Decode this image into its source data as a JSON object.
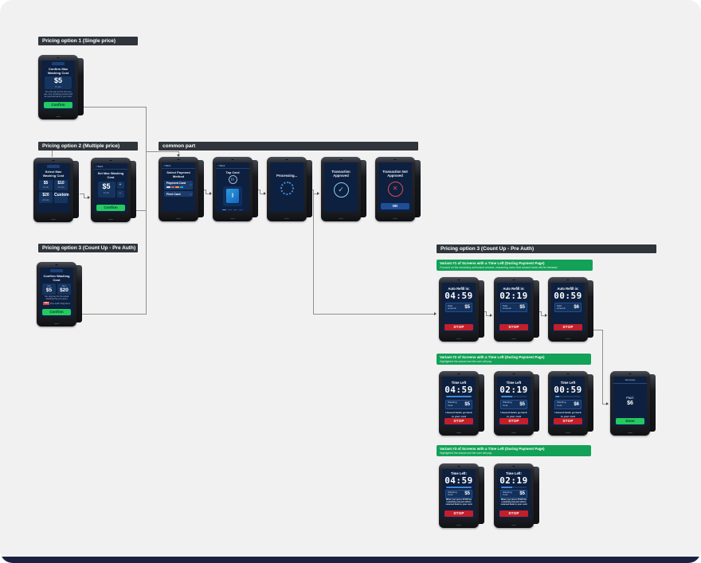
{
  "sections": [
    {
      "label": "Pricing option 1 (Single price)"
    },
    {
      "label": "Pricing option 2 (Multiple price)"
    },
    {
      "label": "common part"
    },
    {
      "label": "Pricing option 3 (Count Up - Pre Auth)"
    },
    {
      "label": "Pricing option 3 (Count Up - Pre Auth)"
    }
  ],
  "banners": {
    "v1": {
      "title": "Variant #1 of Screens with a Time Left (During Payment Page)",
      "subtitle": "Focused on the remaining authorized amount, reassuring users that unused funds will be released."
    },
    "v2": {
      "title": "Variant #2 of Screens with a Time Left (During Payment Page)",
      "subtitle": "Highlighted the actual cost the user will pay."
    },
    "v3": {
      "title": "Variant #3 of Screens with a Time Left (During Payment Page)",
      "subtitle": "Highlighted the actual cost the user will pay."
    }
  },
  "terminals": {
    "opt1": {
      "title": "Confirm Max Washing Cost",
      "amount": "$5",
      "amount_sub": "5 min",
      "note": "You only pay for the time you use. Any remaining amount will be returned back to your card.",
      "confirm": "Confirm"
    },
    "opt2a": {
      "title": "Select Max Washing Cost",
      "options": [
        {
          "price": "$5",
          "sub": "5 min"
        },
        {
          "price": "$10",
          "sub": "10 min"
        },
        {
          "price": "$20",
          "sub": "20 min"
        },
        {
          "price": "Custom",
          "sub": ""
        }
      ]
    },
    "opt2b": {
      "back": "< Back",
      "title": "Set Max Washing Cost",
      "amount": "$5",
      "amount_sub": "5 min",
      "plus": "+",
      "minus": "−",
      "confirm": "Confirm"
    },
    "cp1": {
      "back": "< Back",
      "title": "Select Payment Method",
      "option1": "Payment Card",
      "option2": "Fleet Card",
      "chevron": "›"
    },
    "cp2": {
      "back": "< Back",
      "title": "Tap Card",
      "nfc": ")))",
      "card_glyph": "⟫"
    },
    "cp3": {
      "title": "Processing..."
    },
    "cp4": {
      "title": "Transaction Approved",
      "check": "✓"
    },
    "cp5": {
      "title": "Transaction Not Approved",
      "cross": "✕",
      "ok": "OK"
    },
    "opt3": {
      "title": "Confirm Washing Cost",
      "min_label": "Min",
      "min_amount": "$5",
      "max_label": "Max",
      "max_amount": "$20",
      "note": "You only pay for the actual washing time you spent",
      "visa": "VISA",
      "preauth_note": "Pre-Auth Payment",
      "confirm": "Confirm"
    },
    "r1a": {
      "title": "Auto Refill in:",
      "time": "04:59",
      "row_label": "Paid Amount:",
      "amount": "$5",
      "stop": "STOP"
    },
    "r1b": {
      "title": "Auto Refill in:",
      "time": "02:19",
      "row_label": "Paid Amount:",
      "amount": "$5",
      "stop": "STOP"
    },
    "r1c": {
      "title": "Auto Refill in:",
      "time": "00:59",
      "row_label": "Paid Amount:",
      "amount": "$6",
      "stop": "STOP"
    },
    "r2a": {
      "title": "Time Left",
      "time": "04:59",
      "row_label": "Washing Cost:",
      "amount": "$5",
      "note": "Unused funds go back to your card",
      "stop": "STOP",
      "progress": 100
    },
    "r2b": {
      "title": "Time Left",
      "time": "02:19",
      "row_label": "Washing Cost:",
      "amount": "$5",
      "note": "Unused funds go back to your card",
      "stop": "STOP",
      "progress": 45
    },
    "r2c": {
      "title": "Time Left",
      "time": "00:59",
      "row_label": "Washing Cost:",
      "amount": "$6",
      "note": "Unused funds go back to your card",
      "stop": "STOP",
      "progress": 15
    },
    "done": {
      "header": "Summary",
      "label": "Paid:",
      "amount": "$6",
      "button": "Done"
    },
    "r3a": {
      "title": "Time Left:",
      "time": "04:59",
      "row_label": "Washing Cost:",
      "amount": "$5",
      "note": "When you press STOP the remaining amount will be returned back to your card",
      "stop": "STOP",
      "progress": 100
    },
    "r3b": {
      "title": "Time Left:",
      "time": "02:19",
      "row_label": "Washing Cost:",
      "amount": "$5",
      "note": "When you press STOP the remaining amount will be returned back to your card",
      "stop": "STOP",
      "progress": 45
    }
  },
  "colors": {
    "accent_green": "#25c961",
    "stop_red": "#c21f2a",
    "banner_green": "#12a156",
    "screen_navy": "#0d2040",
    "header_bar": "#2f353b"
  }
}
